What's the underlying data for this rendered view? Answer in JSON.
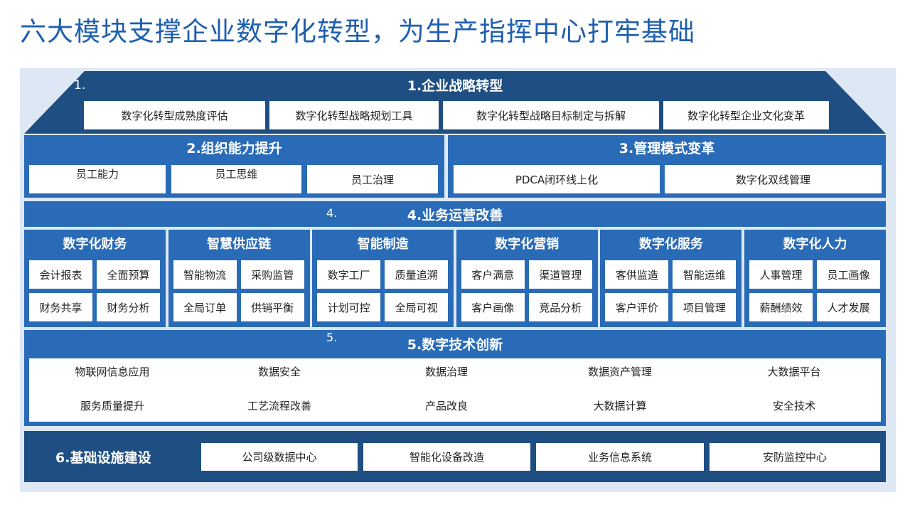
{
  "title": "六大模块支撑企业数字化转型，为生产指挥中心打牢基础",
  "m1": {
    "num": "1.",
    "title": "1.企业战略转型",
    "items": [
      "数字化转型成熟度评估",
      "数字化转型战略规划工具",
      "数字化转型战略目标制定与拆解",
      "数字化转型企业文化变革"
    ]
  },
  "m2": {
    "title": "2.组织能力提升",
    "items": [
      "员工能力",
      "员工思维",
      "员工治理"
    ]
  },
  "m3": {
    "title": "3.管理模式变革",
    "items": [
      "PDCA闭环线上化",
      "数字化双线管理"
    ]
  },
  "m4": {
    "num": "4.",
    "title": "4.业务运营改善",
    "modules": [
      {
        "name": "数字化财务",
        "items": [
          "会计报表",
          "全面预算",
          "财务共享",
          "财务分析"
        ]
      },
      {
        "name": "智慧供应链",
        "items": [
          "智能物流",
          "采购监管",
          "全局订单",
          "供销平衡"
        ]
      },
      {
        "name": "智能制造",
        "items": [
          "数字工厂",
          "质量追溯",
          "计划可控",
          "全局可视"
        ]
      },
      {
        "name": "数字化营销",
        "items": [
          "客户满意",
          "渠道管理",
          "客户画像",
          "竞品分析"
        ]
      },
      {
        "name": "数字化服务",
        "items": [
          "客供监造",
          "智能运维",
          "客户评价",
          "项目管理"
        ]
      },
      {
        "name": "数字化人力",
        "items": [
          "人事管理",
          "员工画像",
          "薪酬绩效",
          "人才发展"
        ]
      }
    ]
  },
  "m5": {
    "num": "5.",
    "title": "5.数字技术创新",
    "row1": [
      "物联网信息应用",
      "数据安全",
      "数据治理",
      "数据资产管理",
      "大数据平台"
    ],
    "row2": [
      "服务质量提升",
      "工艺流程改善",
      "产品改良",
      "大数据计算",
      "安全技术"
    ]
  },
  "m6": {
    "title": "6.基础设施建设",
    "items": [
      "公司级数据中心",
      "智能化设备改造",
      "业务信息系统",
      "安防监控中心"
    ]
  }
}
